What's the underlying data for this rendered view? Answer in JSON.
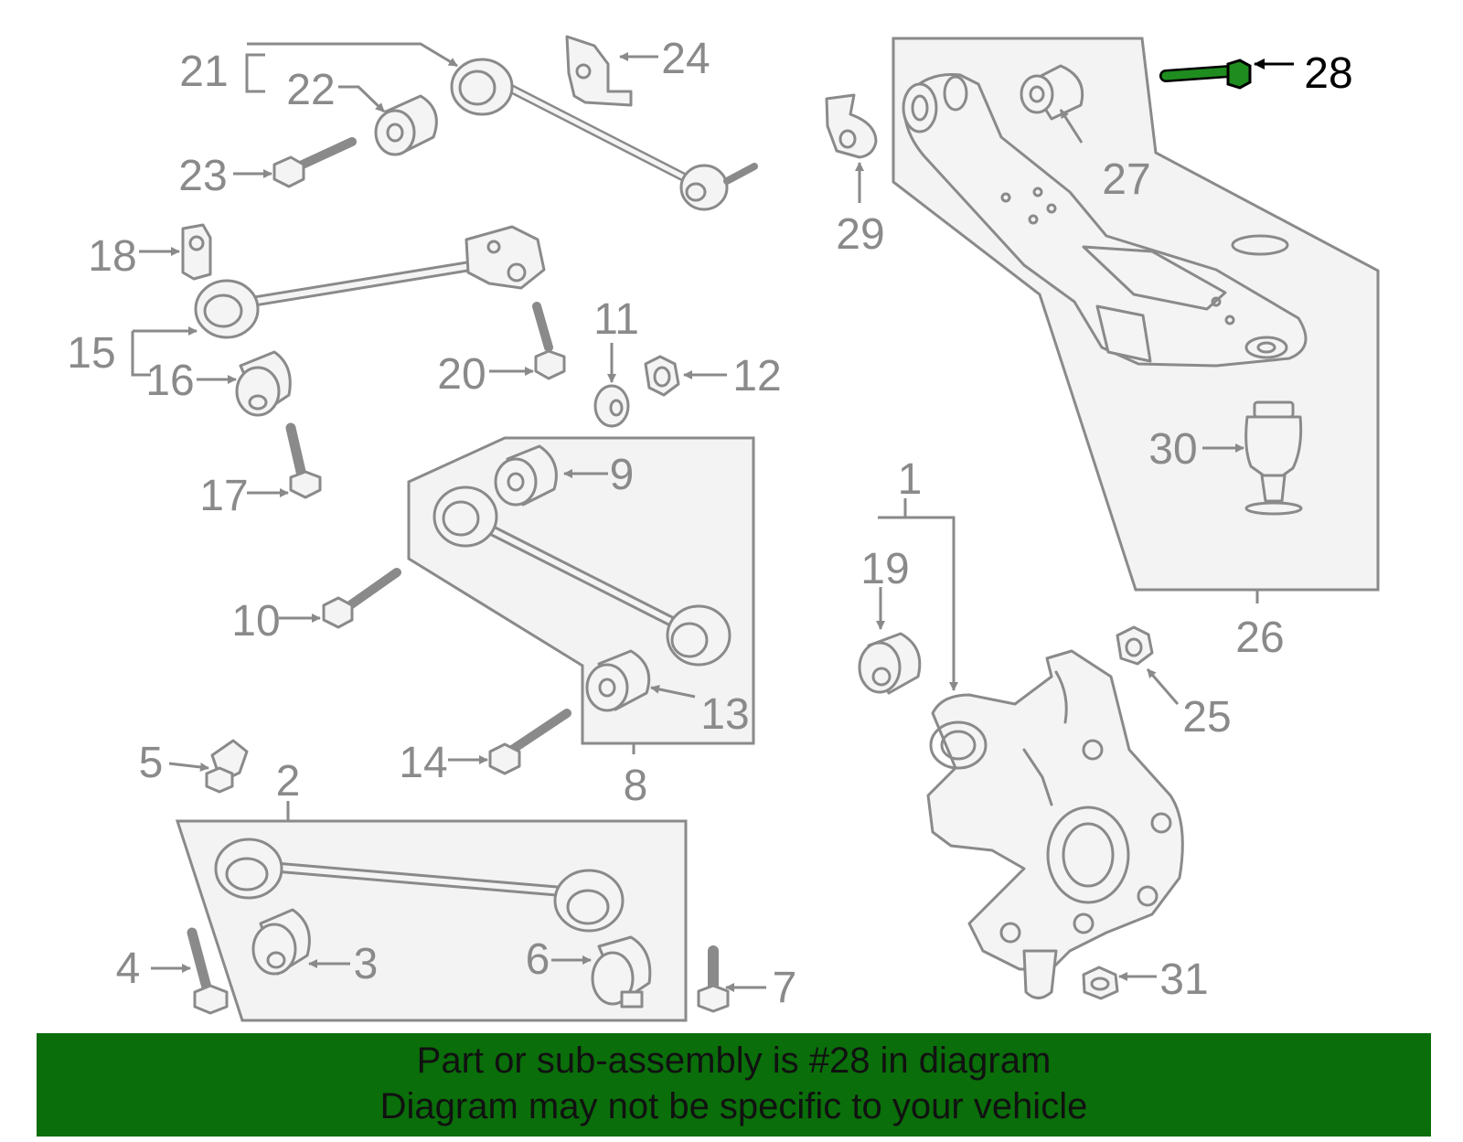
{
  "labels": {
    "p1": "1",
    "p2": "2",
    "p3": "3",
    "p4": "4",
    "p5": "5",
    "p6": "6",
    "p7": "7",
    "p8": "8",
    "p9": "9",
    "p10": "10",
    "p11": "11",
    "p12": "12",
    "p13": "13",
    "p14": "14",
    "p15": "15",
    "p16": "16",
    "p17": "17",
    "p18": "18",
    "p19": "19",
    "p20": "20",
    "p21": "21",
    "p22": "22",
    "p23": "23",
    "p24": "24",
    "p25": "25",
    "p26": "26",
    "p27": "27",
    "p28": "28",
    "p29": "29",
    "p30": "30",
    "p31": "31"
  },
  "highlight": {
    "part": "28",
    "color": "#1f8c1f"
  },
  "banner": {
    "line1": "Part or sub-assembly is #28 in diagram",
    "line2": "Diagram may not be specific to your vehicle",
    "background": "#0a6e0a"
  }
}
